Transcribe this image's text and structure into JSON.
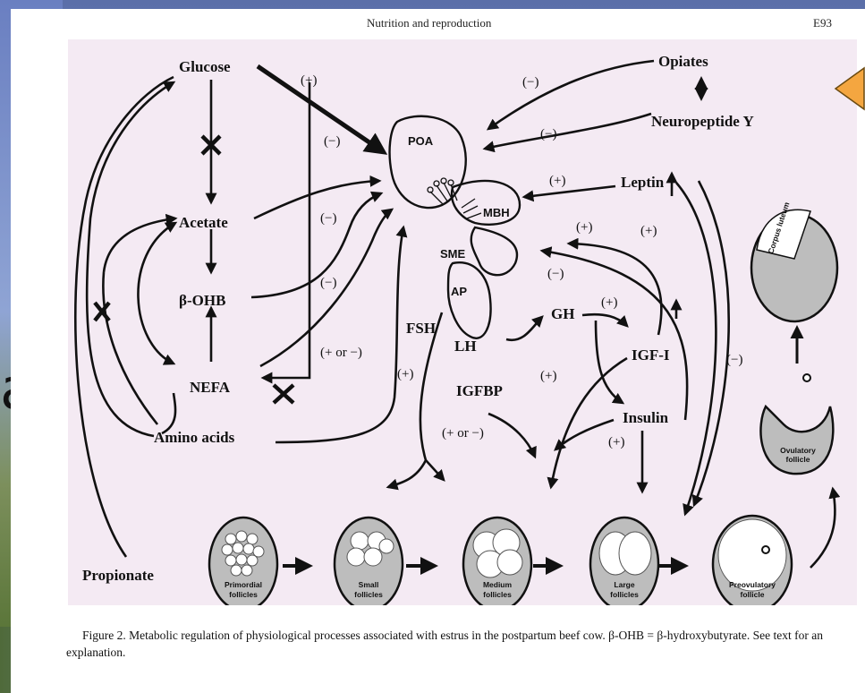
{
  "page": {
    "running_title": "Nutrition and reproduction",
    "page_number": "E93"
  },
  "slide": {
    "partial_glyph": "a"
  },
  "figure": {
    "nutrients": {
      "glucose": "Glucose",
      "acetate": "Acetate",
      "bohb": "β-OHB",
      "nefa": "NEFA",
      "amino_acids": "Amino acids",
      "propionate": "Propionate"
    },
    "signals": {
      "opiates": "Opiates",
      "npy": "Neuropeptide Y",
      "leptin": "Leptin",
      "gh": "GH",
      "igf1": "IGF-I",
      "insulin": "Insulin",
      "igfbp": "IGFBP",
      "fsh": "FSH",
      "lh": "LH"
    },
    "anatomy": {
      "poa": "POA",
      "mbh": "MBH",
      "sme": "SME",
      "ap": "AP"
    },
    "signs": {
      "glucose_plus": "(+)",
      "opiates_minus": "(−)",
      "npy_minus": "(−)",
      "acetate_minus": "(−)",
      "mid_minus": "(−)",
      "bohb_minus": "(−)",
      "nefa_plus_or_minus": "(+ or −)",
      "leptin_plus": "(+)",
      "upper_plus_1": "(+)",
      "upper_plus_2": "(+)",
      "gh_minus": "(−)",
      "gh_plus": "(+)",
      "fsh_plus": "(+)",
      "igf_plus": "(+)",
      "igfbp_plus_or_minus": "(+ or −)",
      "insulin_plus": "(+)",
      "right_minus": "(−)"
    },
    "follicles": [
      {
        "line1": "Primordial",
        "line2": "follicles"
      },
      {
        "line1": "Small",
        "line2": "follicles"
      },
      {
        "line1": "Medium",
        "line2": "follicles"
      },
      {
        "line1": "Large",
        "line2": "follicles"
      },
      {
        "line1": "Preovulatory",
        "line2": "follicle"
      }
    ],
    "ovulatory": {
      "line1": "Ovulatory",
      "line2": "follicle"
    },
    "corpus_luteum": "Corpus luteum"
  },
  "caption": "Figure 2. Metabolic regulation of physiological processes associated with estrus in the postpartum beef cow. β-OHB = β-hydroxybutyrate. See text for an explanation.",
  "colors": {
    "figure_background": "#f4eaf3",
    "follicle_shell": "#bdbdbd",
    "nav_arrow": "#f4a640"
  }
}
